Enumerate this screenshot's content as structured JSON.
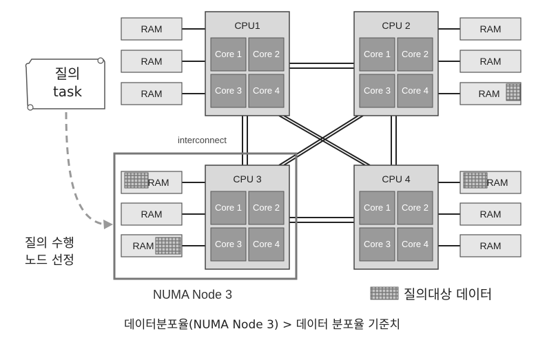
{
  "diagram": {
    "task": {
      "line1": "질의",
      "line2": "task"
    },
    "select_label": {
      "line1": "질의 수행",
      "line2": "노드 선정"
    },
    "interconnect": "interconnect",
    "numa_node": "NUMA Node 3",
    "legend": "질의대상 데이터",
    "caption": "데이터분포율(NUMA  Node 3) > 데이터 분포율 기준치",
    "cpus": [
      {
        "name": "CPU1",
        "cores": [
          "Core 1",
          "Core 2",
          "Core 3",
          "Core 4"
        ],
        "rams": [
          "RAM",
          "RAM",
          "RAM"
        ]
      },
      {
        "name": "CPU 2",
        "cores": [
          "Core 1",
          "Core 2",
          "Core 3",
          "Core 4"
        ],
        "rams": [
          "RAM",
          "RAM",
          "RAM"
        ]
      },
      {
        "name": "CPU 3",
        "cores": [
          "Core 1",
          "Core 2",
          "Core 3",
          "Core 4"
        ],
        "rams": [
          "RAM",
          "RAM",
          "RAM"
        ]
      },
      {
        "name": "CPU 4",
        "cores": [
          "Core 1",
          "Core 2",
          "Core 3",
          "Core 4"
        ],
        "rams": [
          "RAM",
          "RAM",
          "RAM"
        ]
      }
    ],
    "colors": {
      "cpu_fill": "#d9d9d9",
      "core_fill": "#9a9a9a",
      "ram_fill": "#e6e6e6",
      "line": "#222222",
      "dash": "#999999"
    }
  }
}
